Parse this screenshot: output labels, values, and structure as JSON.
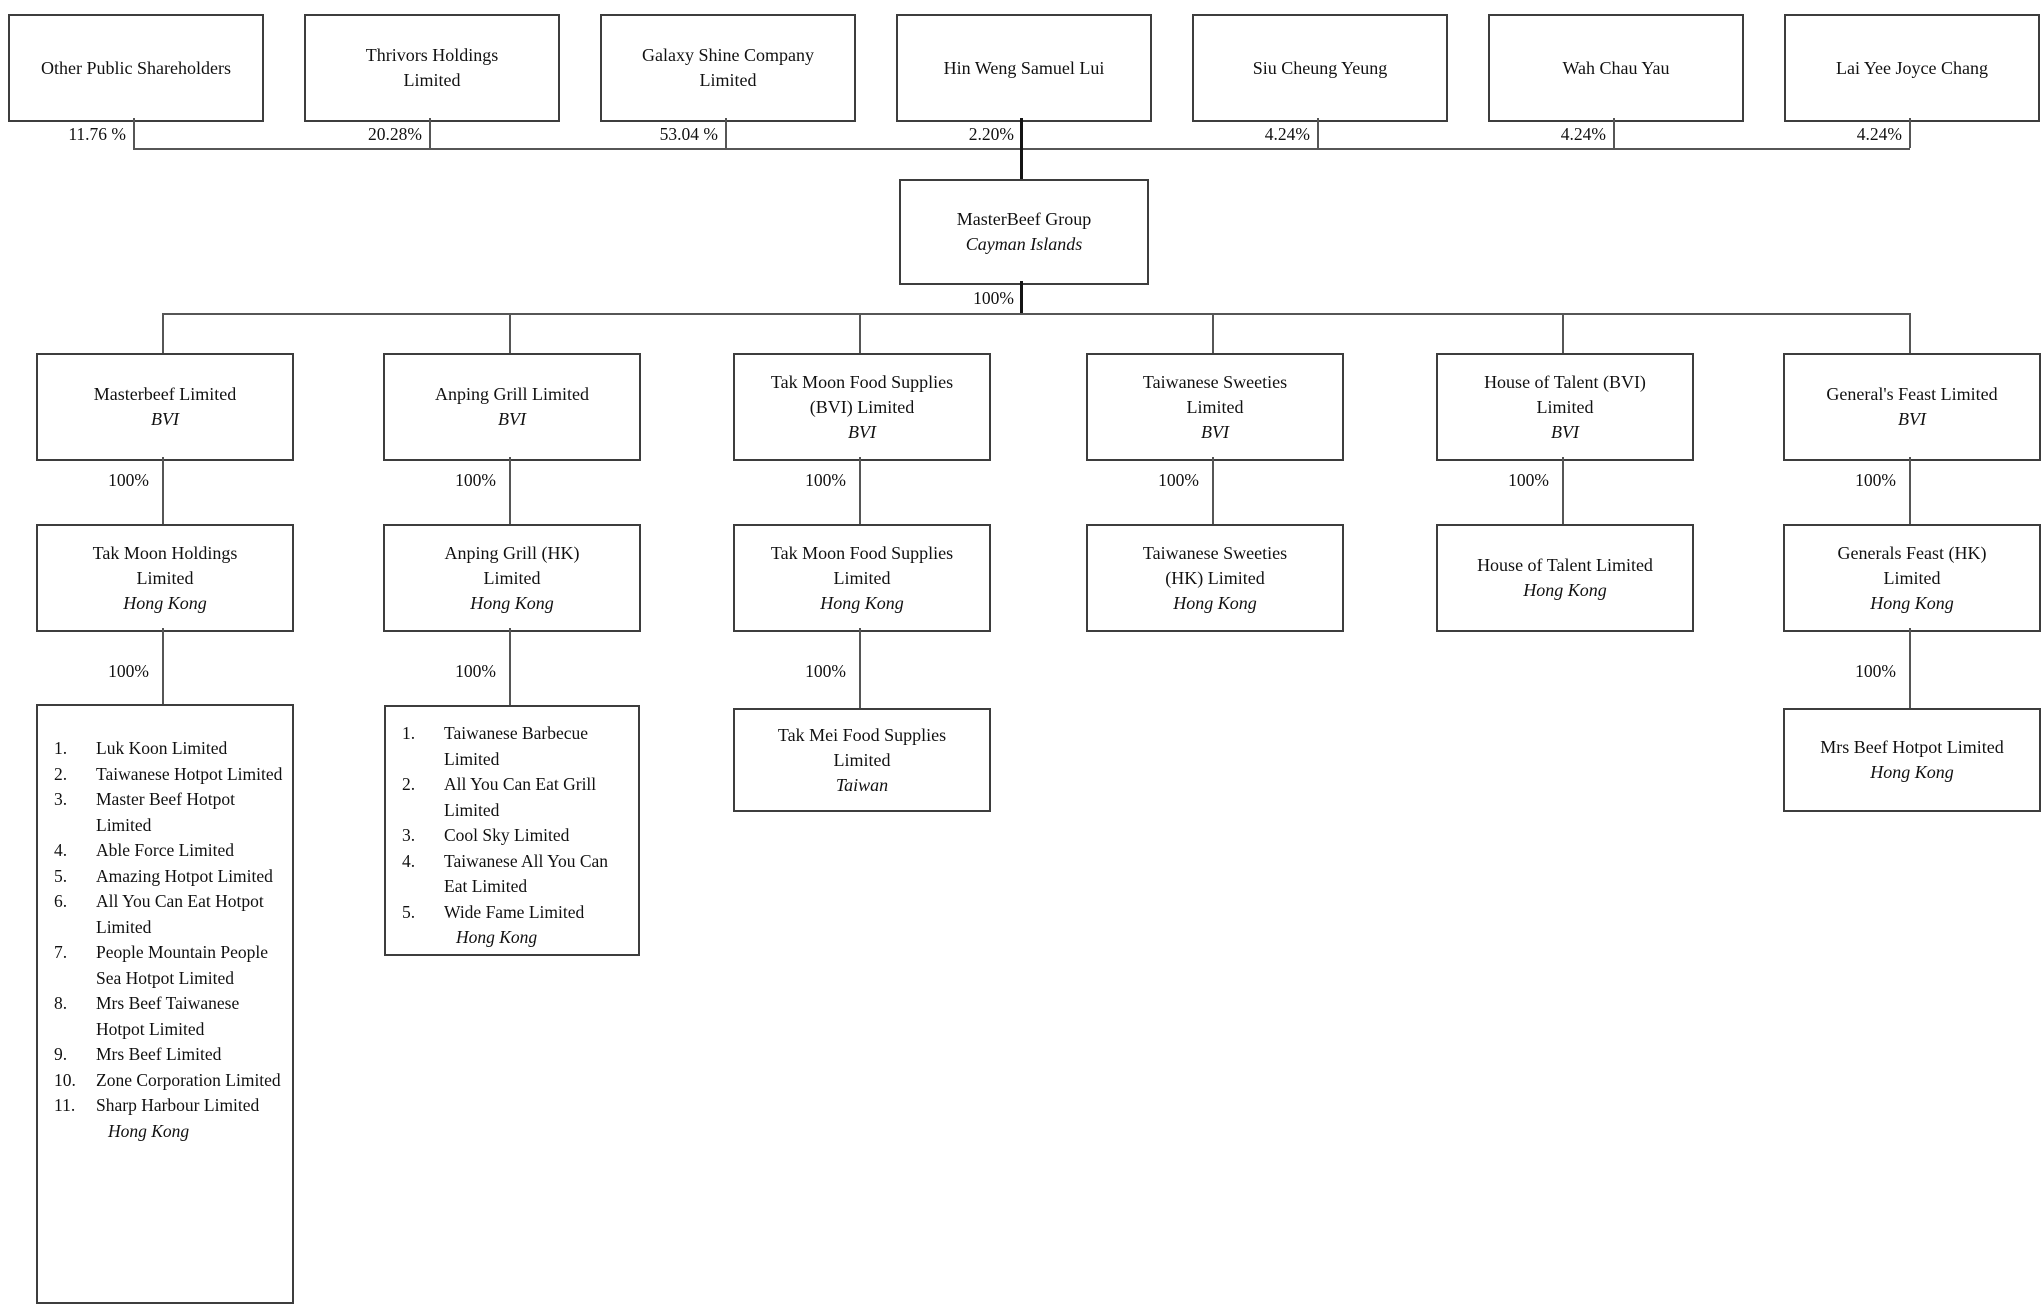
{
  "page": {
    "background": "#ffffff",
    "text_color": "#111111",
    "line_color": "#565656",
    "box_border_color": "#3d3d3d"
  },
  "shareholders": [
    {
      "name": "Other Public Shareholders",
      "ownership": "11.76 %"
    },
    {
      "name": "Thrivors Holdings Limited",
      "ownership": "20.28%"
    },
    {
      "name": "Galaxy Shine Company Limited",
      "ownership": "53.04 %"
    },
    {
      "name": "Hin Weng Samuel Lui",
      "ownership": "2.20%"
    },
    {
      "name": "Siu Cheung Yeung",
      "ownership": "4.24%"
    },
    {
      "name": "Wah Chau Yau",
      "ownership": "4.24%"
    },
    {
      "name": "Lai Yee Joyce Chang",
      "ownership": "4.24%"
    }
  ],
  "parent_company": {
    "name": "MasterBeef Group",
    "jurisdiction": "Cayman Islands",
    "subsidiary_ownership": "100%"
  },
  "columns": [
    {
      "holding": {
        "name": "Masterbeef Limited",
        "jurisdiction": "BVI"
      },
      "ownership_holding_to_intermediate": "100%",
      "intermediate": {
        "name": "Tak Moon Holdings Limited",
        "jurisdiction": "Hong Kong"
      },
      "ownership_intermediate_to_operating": "100%",
      "operating_list": {
        "items": [
          "Luk Koon Limited",
          "Taiwanese Hotpot Limited",
          "Master Beef Hotpot Limited",
          "Able Force Limited",
          "Amazing Hotpot Limited",
          "All You Can Eat Hotpot Limited",
          "People Mountain People Sea Hotpot Limited",
          "Mrs Beef Taiwanese Hotpot Limited",
          "Mrs Beef Limited",
          "Zone Corporation Limited",
          "Sharp Harbour Limited"
        ],
        "jurisdiction": "Hong Kong"
      }
    },
    {
      "holding": {
        "name": "Anping Grill Limited",
        "jurisdiction": "BVI"
      },
      "ownership_holding_to_intermediate": "100%",
      "intermediate": {
        "name": "Anping Grill (HK) Limited",
        "jurisdiction": "Hong Kong"
      },
      "ownership_intermediate_to_operating": "100%",
      "operating_list": {
        "items": [
          "Taiwanese Barbecue Limited",
          "All You Can Eat Grill Limited",
          "Cool Sky Limited",
          "Taiwanese All You Can Eat Limited",
          "Wide Fame Limited"
        ],
        "jurisdiction": "Hong Kong"
      }
    },
    {
      "holding": {
        "name": "Tak Moon Food Supplies (BVI) Limited",
        "jurisdiction": "BVI"
      },
      "ownership_holding_to_intermediate": "100%",
      "intermediate": {
        "name": "Tak Moon Food Supplies Limited",
        "jurisdiction": "Hong Kong"
      },
      "ownership_intermediate_to_operating": "100%",
      "operating": {
        "name": "Tak Mei Food Supplies Limited",
        "jurisdiction": "Taiwan"
      }
    },
    {
      "holding": {
        "name": "Taiwanese Sweeties Limited",
        "jurisdiction": "BVI"
      },
      "ownership_holding_to_intermediate": "100%",
      "intermediate": {
        "name": "Taiwanese Sweeties (HK) Limited",
        "jurisdiction": "Hong Kong"
      }
    },
    {
      "holding": {
        "name": "House of Talent (BVI) Limited",
        "jurisdiction": "BVI"
      },
      "ownership_holding_to_intermediate": "100%",
      "intermediate": {
        "name": "House of Talent Limited",
        "jurisdiction": "Hong Kong"
      }
    },
    {
      "holding": {
        "name": "General's Feast Limited",
        "jurisdiction": "BVI"
      },
      "ownership_holding_to_intermediate": "100%",
      "intermediate": {
        "name": "Generals Feast (HK) Limited",
        "jurisdiction": "Hong Kong"
      },
      "ownership_intermediate_to_operating": "100%",
      "operating": {
        "name": "Mrs Beef Hotpot Limited",
        "jurisdiction": "Hong Kong"
      }
    }
  ]
}
